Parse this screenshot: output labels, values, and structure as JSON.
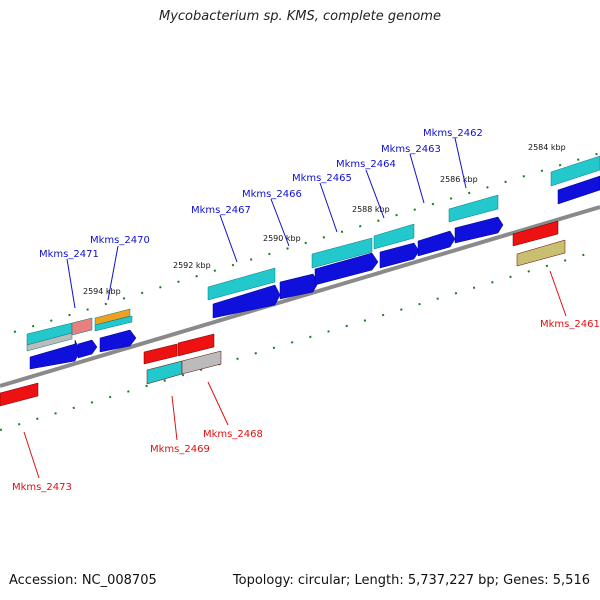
{
  "title": "Mycobacterium sp. KMS, complete genome",
  "footer": {
    "accession": "Accession: NC_008705",
    "topology": "Topology: circular; Length: 5,737,227 bp; Genes: 5,516"
  },
  "colors": {
    "backbone": "#8a8a8a",
    "tick": "#1f7a1f",
    "forward_label": "#1010cc",
    "reverse_label": "#dd1111",
    "cds_blue": "#1010dd",
    "cyan": "#22c8cc",
    "red": "#ee1111",
    "gray": "#bbbbbb",
    "pink": "#e88080",
    "orange": "#f0a020",
    "olive": "#c8c070"
  },
  "kbp_labels": [
    "2584 kbp",
    "2586 kbp",
    "2588 kbp",
    "2590 kbp",
    "2592 kbp",
    "2594 kbp"
  ],
  "forward_genes": [
    "Mkms_2462",
    "Mkms_2463",
    "Mkms_2464",
    "Mkms_2465",
    "Mkms_2466",
    "Mkms_2467",
    "Mkms_2470",
    "Mkms_2471"
  ],
  "reverse_genes": [
    "Mkms_2461",
    "Mkms_2468",
    "Mkms_2469",
    "Mkms_2473"
  ]
}
